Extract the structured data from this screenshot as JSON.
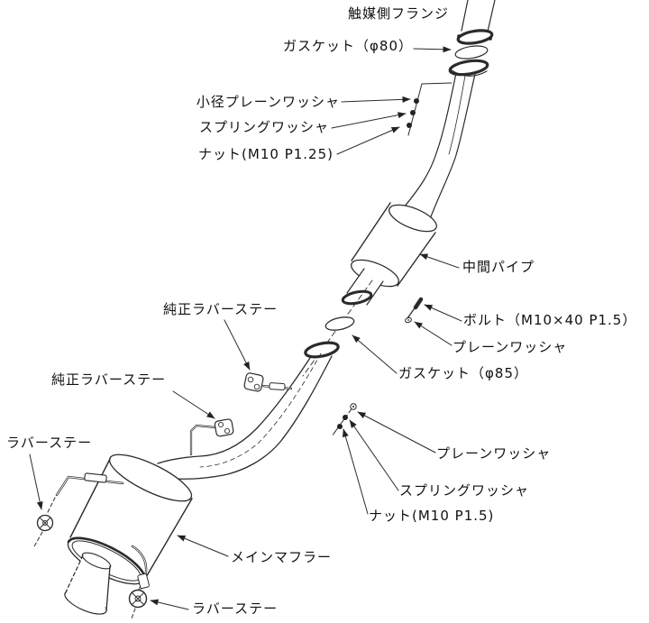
{
  "diagram": {
    "kind": "exhaust-system-parts-diagram",
    "colors": {
      "line": "#2b2b2b",
      "background": "#ffffff",
      "text": "#111111"
    },
    "labels": {
      "catalyst_flange": "触媒側フランジ",
      "gasket_80": "ガスケット（φ80）",
      "small_plain_washer": "小径プレーンワッシャ",
      "spring_washer_upper": "スプリングワッシャ",
      "nut_upper": "ナット(M10 P1.25)",
      "center_pipe": "中間パイプ",
      "bolt": "ボルト（M10×40 P1.5）",
      "plain_washer_mid": "プレーンワッシャ",
      "gasket_85": "ガスケット（φ85）",
      "oem_rubber_stay_upper": "純正ラバーステー",
      "oem_rubber_stay_lower": "純正ラバーステー",
      "rubber_stay_left": "ラバーステー",
      "plain_washer_lower": "プレーンワッシャ",
      "spring_washer_lower": "スプリングワッシャ",
      "nut_lower": "ナット(M10 P1.5)",
      "main_muffler": "メインマフラー",
      "rubber_stay_bottom": "ラバーステー"
    }
  }
}
